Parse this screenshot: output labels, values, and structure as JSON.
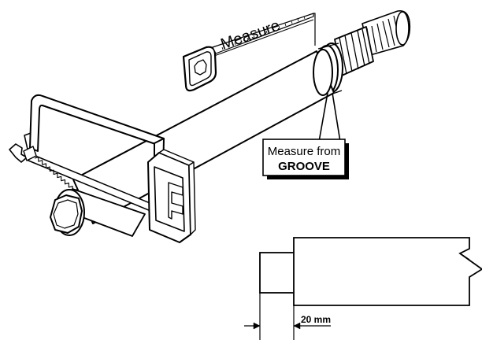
{
  "labels": {
    "tape_measure": "Measure",
    "callout_line1": "Measure from",
    "callout_line2": "GROOVE",
    "dimension": "20 mm"
  },
  "colors": {
    "ink": "#000000",
    "paper": "#ffffff",
    "callout_shadow": "#000000"
  },
  "icons": [
    "hacksaw-icon",
    "tape-measure-icon",
    "nozzle-icon"
  ]
}
